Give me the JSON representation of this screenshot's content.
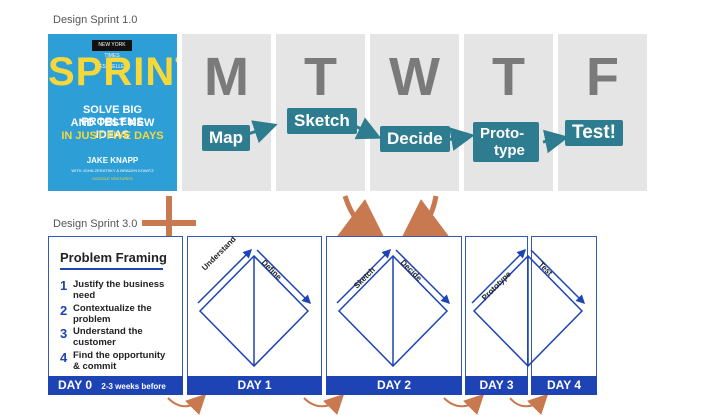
{
  "sprint1": {
    "label": "Design Sprint 1.0",
    "book": {
      "badge": "NEW YORK TIMES BESTSELLER",
      "title": "SPRINT",
      "line1": "SOLVE BIG PROBLEMS",
      "line2": "AND TEST NEW IDEAS",
      "line3": "IN JUST FIVE DAYS",
      "author": "JAKE KNAPP",
      "coauthors": "WITH JOHN ZERATSKY & BRADEN KOWITZ",
      "footer": "GOOGLE VENTURES"
    },
    "days": [
      {
        "letter": "M",
        "tag": "Map"
      },
      {
        "letter": "T",
        "tag": "Sketch"
      },
      {
        "letter": "W",
        "tag": "Decide"
      },
      {
        "letter": "T",
        "tag": "Proto-type"
      },
      {
        "letter": "F",
        "tag": "Test!"
      }
    ],
    "proto_line1": "Proto-",
    "proto_line2": "type"
  },
  "sprint3": {
    "label": "Design Sprint 3.0",
    "problem_framing": {
      "title": "Problem Framing",
      "items": [
        {
          "num": "1",
          "text": "Justify the business need"
        },
        {
          "num": "2",
          "text": "Contextualize the problem"
        },
        {
          "num": "3",
          "text": "Understand the customer"
        },
        {
          "num": "4",
          "text": "Find the opportunity & commit"
        }
      ]
    },
    "diamonds": [
      {
        "left": "Understand",
        "right": "Define"
      },
      {
        "left": "Sketch",
        "right": "Decide"
      },
      {
        "left": "Prototype",
        "right": "Test"
      }
    ],
    "bands": {
      "day0": "DAY 0",
      "day0_note": "2-3 weeks before",
      "day1": "DAY 1",
      "day2": "DAY 2",
      "day3": "DAY 3",
      "day4": "DAY 4"
    }
  },
  "colors": {
    "teal": "#2e7c8f",
    "blue": "#1d43b5",
    "orange": "#c8794f",
    "book": "#2d9fd6"
  }
}
